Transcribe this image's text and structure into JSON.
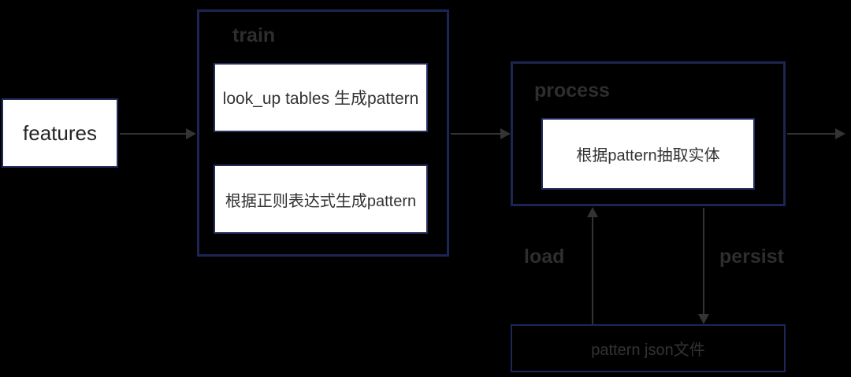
{
  "diagram": {
    "colors": {
      "background": "#000000",
      "container_border": "#1c2553",
      "node_border": "#232e5f",
      "node_background": "#ffffff",
      "node_text": "#333333",
      "label_text": "#2e2e2e",
      "arrow": "#333333"
    },
    "nodes": {
      "features": {
        "label": "features"
      },
      "train": {
        "label": "train",
        "children": [
          {
            "label": "look_up tables 生成pattern"
          },
          {
            "label": "根据正则表达式生成pattern"
          }
        ]
      },
      "process": {
        "label": "process",
        "children": [
          {
            "label": "根据pattern抽取实体"
          }
        ]
      },
      "pattern_file": {
        "label": "pattern json文件"
      }
    },
    "edges": [
      {
        "from": "features",
        "to": "train",
        "label": ""
      },
      {
        "from": "train",
        "to": "process",
        "label": ""
      },
      {
        "from": "process",
        "to": "output",
        "label": ""
      },
      {
        "from": "pattern_file",
        "to": "process",
        "label": "load"
      },
      {
        "from": "process",
        "to": "pattern_file",
        "label": "persist"
      }
    ]
  }
}
